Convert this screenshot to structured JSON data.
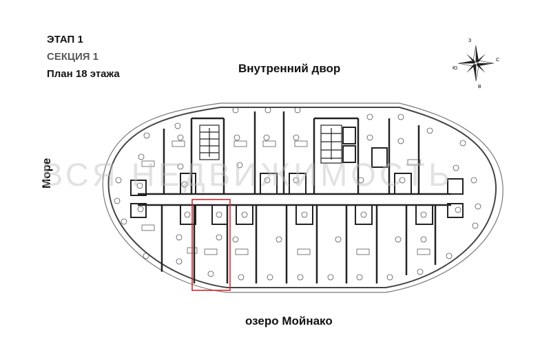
{
  "header": {
    "stage": "ЭТАП 1",
    "section": "СЕКЦИЯ 1",
    "floor_plan": "План 18 этажа"
  },
  "orientation": {
    "top": "Внутренний двор",
    "bottom": "озеро Мойнако",
    "left": "Море"
  },
  "compass": {
    "north": "З",
    "east": "С",
    "south": "В",
    "west": "Ю"
  },
  "watermark": "ВСЯ НЕДВИЖИМОСТЬ",
  "colors": {
    "wall": "#222222",
    "highlight": "#d0282e",
    "outline": "#777777",
    "watermark": "#bebebe"
  }
}
